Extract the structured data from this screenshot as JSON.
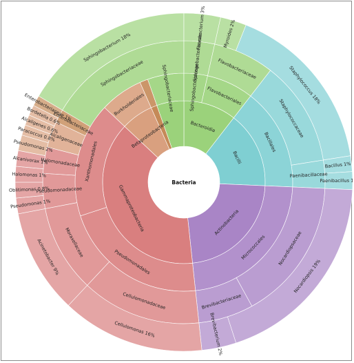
{
  "chart_data": {
    "type": "sunburst",
    "title": "",
    "root": "Bacteria",
    "colors": {
      "bacteroidia": "#9bd27b",
      "bacilli": "#7fcfd2",
      "actinobacteria": "#a985c6",
      "gammaproteobacteria": "#d97f7f",
      "betaproteobacteria": "#d9a07f",
      "other": "#c58a58"
    },
    "rings": [
      [
        {
          "label": "Bacteroidia",
          "start": 0.0,
          "end": 0.105,
          "color": "bacteroidia"
        },
        {
          "label": "Bacilli",
          "start": 0.105,
          "end": 0.257,
          "color": "bacilli"
        },
        {
          "label": "Actinobacteria",
          "start": 0.257,
          "end": 0.483,
          "color": "actinobacteria"
        },
        {
          "label": "Gammaproteobacteria",
          "start": 0.483,
          "end": 0.87,
          "color": "gammaproteobacteria"
        },
        {
          "label": "Betaproteobacteria",
          "start": 0.87,
          "end": 0.934,
          "color": "betaproteobacteria"
        },
        {
          "label": "",
          "start": 0.934,
          "end": 0.946,
          "color": "other"
        },
        {
          "label": "",
          "start": 0.946,
          "end": 1.0,
          "color": "bacteroidia"
        }
      ],
      [
        {
          "label": "Sphingobacteriaceae",
          "start": 0.946,
          "end": 1.0,
          "color": "bacteroidia"
        },
        {
          "label": "Sphingobacteriaceae",
          "start": 0.0,
          "end": 0.035,
          "color": "bacteroidia"
        },
        {
          "label": "Flavobacteriales",
          "start": 0.035,
          "end": 0.105,
          "color": "bacteroidia"
        },
        {
          "label": "Bacillales",
          "start": 0.105,
          "end": 0.257,
          "color": "bacilli"
        },
        {
          "label": "Micrococcales",
          "start": 0.257,
          "end": 0.483,
          "color": "actinobacteria"
        },
        {
          "label": "Pseudomonadales",
          "start": 0.483,
          "end": 0.7,
          "color": "gammaproteobacteria"
        },
        {
          "label": "Xanthomonadales",
          "start": 0.7,
          "end": 0.87,
          "color": "gammaproteobacteria"
        },
        {
          "label": "Burkholderiales",
          "start": 0.87,
          "end": 0.934,
          "color": "betaproteobacteria"
        },
        {
          "label": "",
          "start": 0.934,
          "end": 0.946,
          "color": "other"
        }
      ],
      [
        {
          "label": "Sphingobacteriaceae",
          "start": 0.835,
          "end": 1.0,
          "color": "bacteroidia"
        },
        {
          "label": "Sphingobacteriaceae",
          "start": 0.0,
          "end": 0.035,
          "color": "bacteroidia"
        },
        {
          "label": "Flavobacteriaceae",
          "start": 0.035,
          "end": 0.105,
          "color": "bacteroidia"
        },
        {
          "label": "Staphylococcaceae",
          "start": 0.105,
          "end": 0.225,
          "color": "bacilli"
        },
        {
          "label": "Paenibacillaceae",
          "start": 0.225,
          "end": 0.257,
          "color": "bacilli"
        },
        {
          "label": "Nocardiopsaceae",
          "start": 0.257,
          "end": 0.42,
          "color": "actinobacteria"
        },
        {
          "label": "Brevibacteriaceae",
          "start": 0.42,
          "end": 0.483,
          "color": "actinobacteria"
        },
        {
          "label": "Cellulomonadaceae",
          "start": 0.483,
          "end": 0.62,
          "color": "gammaproteobacteria"
        },
        {
          "label": "Moraxellaceae",
          "start": 0.62,
          "end": 0.72,
          "color": "gammaproteobacteria"
        },
        {
          "label": "Pseudomonadaceae",
          "start": 0.72,
          "end": 0.76,
          "color": "gammaproteobacteria"
        },
        {
          "label": "Halomonadaceae",
          "start": 0.76,
          "end": 0.79,
          "color": "gammaproteobacteria"
        },
        {
          "label": "Alcaligenaceae",
          "start": 0.79,
          "end": 0.82,
          "color": "betaproteobacteria"
        },
        {
          "label": "Enterobacteriaceae",
          "start": 0.82,
          "end": 0.835,
          "color": "other"
        }
      ],
      [
        {
          "label": "Sphingobacterium",
          "pct": "18%",
          "start": 0.835,
          "end": 1.0,
          "color": "bacteroidia"
        },
        {
          "label": "Flavobacterium",
          "pct": "3%",
          "start": 0.0,
          "end": 0.035,
          "color": "bacteroidia"
        },
        {
          "label": "Myroides",
          "pct": "2%",
          "start": 0.035,
          "end": 0.06,
          "color": "bacteroidia"
        },
        {
          "label": "Staphylococcus",
          "pct": "18%",
          "start": 0.06,
          "end": 0.225,
          "color": "bacilli"
        },
        {
          "label": "Bacillus",
          "pct": "1%",
          "start": 0.225,
          "end": 0.24,
          "color": "bacilli"
        },
        {
          "label": "Paenibacillus",
          "pct": "1%",
          "start": 0.24,
          "end": 0.257,
          "color": "bacilli"
        },
        {
          "label": "Nocardiopsis",
          "pct": "19%",
          "start": 0.257,
          "end": 0.45,
          "color": "actinobacteria"
        },
        {
          "label": "Brevibacterium",
          "pct": "2%",
          "start": 0.45,
          "end": 0.483,
          "color": "actinobacteria"
        },
        {
          "label": "Cellulomonas",
          "pct": "16%",
          "start": 0.483,
          "end": 0.62,
          "color": "gammaproteobacteria"
        },
        {
          "label": "Acinetobacter",
          "pct": "9%",
          "start": 0.62,
          "end": 0.72,
          "color": "gammaproteobacteria"
        },
        {
          "label": "Pseudomonas",
          "pct": "1%",
          "start": 0.72,
          "end": 0.735,
          "color": "gammaproteobacteria"
        },
        {
          "label": "Oblitimonas",
          "pct": "0.8%",
          "start": 0.735,
          "end": 0.75,
          "color": "gammaproteobacteria"
        },
        {
          "label": "Halomonas",
          "pct": "1%",
          "start": 0.75,
          "end": 0.765,
          "color": "gammaproteobacteria"
        },
        {
          "label": "Alcanivorax",
          "pct": "1%",
          "start": 0.765,
          "end": 0.78,
          "color": "gammaproteobacteria"
        },
        {
          "label": "Pseudomonas",
          "pct": "2%",
          "start": 0.78,
          "end": 0.795,
          "color": "betaproteobacteria"
        },
        {
          "label": "Paracoccus",
          "pct": "0.8%",
          "start": 0.795,
          "end": 0.805,
          "color": "betaproteobacteria"
        },
        {
          "label": "Alcaligenes",
          "pct": "0.6%",
          "start": 0.805,
          "end": 0.815,
          "color": "betaproteobacteria"
        },
        {
          "label": "Bordetella",
          "pct": "0.6%",
          "start": 0.815,
          "end": 0.825,
          "color": "betaproteobacteria"
        },
        {
          "label": "Enterobacteriaceae",
          "pct": "1%",
          "start": 0.825,
          "end": 0.835,
          "color": "other"
        }
      ]
    ]
  }
}
